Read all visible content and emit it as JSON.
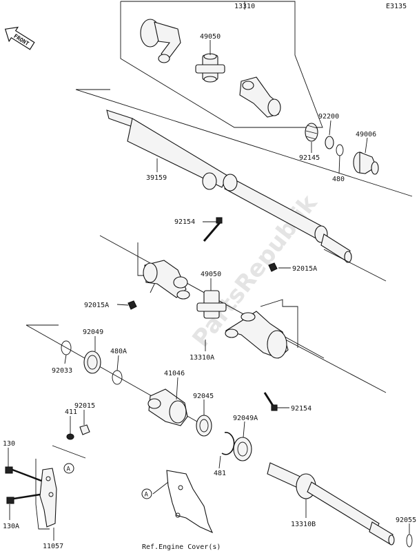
{
  "diagram_code": "E3135",
  "front_label": "FRONT",
  "watermark": "PartsRepublik",
  "footer_note": "Ref.Engine Cover(s)",
  "ref_marker": "A",
  "labels": {
    "p13310": "13310",
    "p49050_top": "49050",
    "p92200": "92200",
    "p49006": "49006",
    "p92145": "92145",
    "p480": "480",
    "p39159": "39159",
    "p92154_top": "92154",
    "p92015A_right": "92015A",
    "p49050_mid": "49050",
    "p92015A_left": "92015A",
    "p13310A": "13310A",
    "p92049": "92049",
    "p480A": "480A",
    "p92033": "92033",
    "p41046": "41046",
    "p92045": "92045",
    "p92049A": "92049A",
    "p92154_bottom": "92154",
    "p92015": "92015",
    "p411": "411",
    "p130": "130",
    "p130A": "130A",
    "p481": "481",
    "p11057": "11057",
    "p13310B": "13310B",
    "p92055": "92055"
  }
}
